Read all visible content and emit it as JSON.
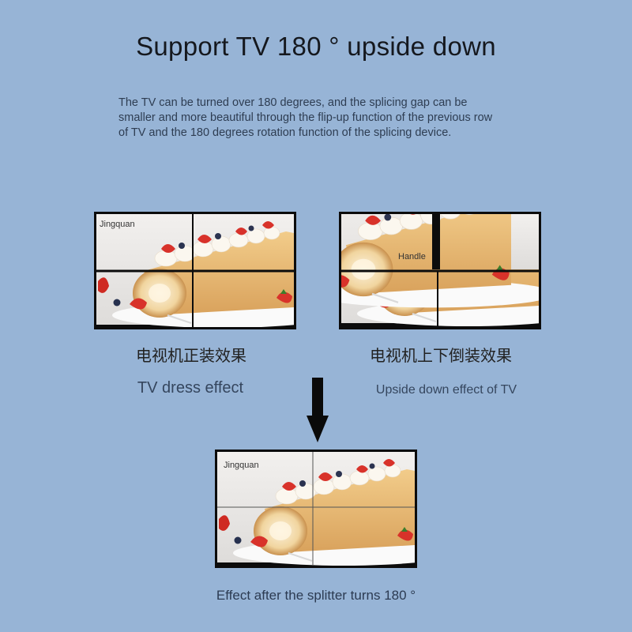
{
  "header": {
    "title": "Support TV 180 ° upside down",
    "description": "The TV can be turned over 180 degrees, and the splicing gap can be smaller and more beautiful through the flip-up function of the previous row of TV and the 180 degrees rotation function of the splicing device."
  },
  "panels": {
    "normal": {
      "brand": "Jingquan",
      "caption_cn": "电视机正装效果",
      "caption_en": "TV dress effect"
    },
    "upside_down": {
      "handle_label": "Handle",
      "caption_cn": "电视机上下倒装效果",
      "caption_en": "Upside down effect of TV"
    },
    "result": {
      "brand": "Jingquan",
      "caption": "Effect after the splitter turns 180 °"
    }
  },
  "colors": {
    "background": "#97b4d6",
    "bezel": "#0c0c0c",
    "cake": "#e8b86f",
    "strawberry": "#d8322a"
  },
  "icons": {
    "arrow": "arrow-down-icon"
  }
}
